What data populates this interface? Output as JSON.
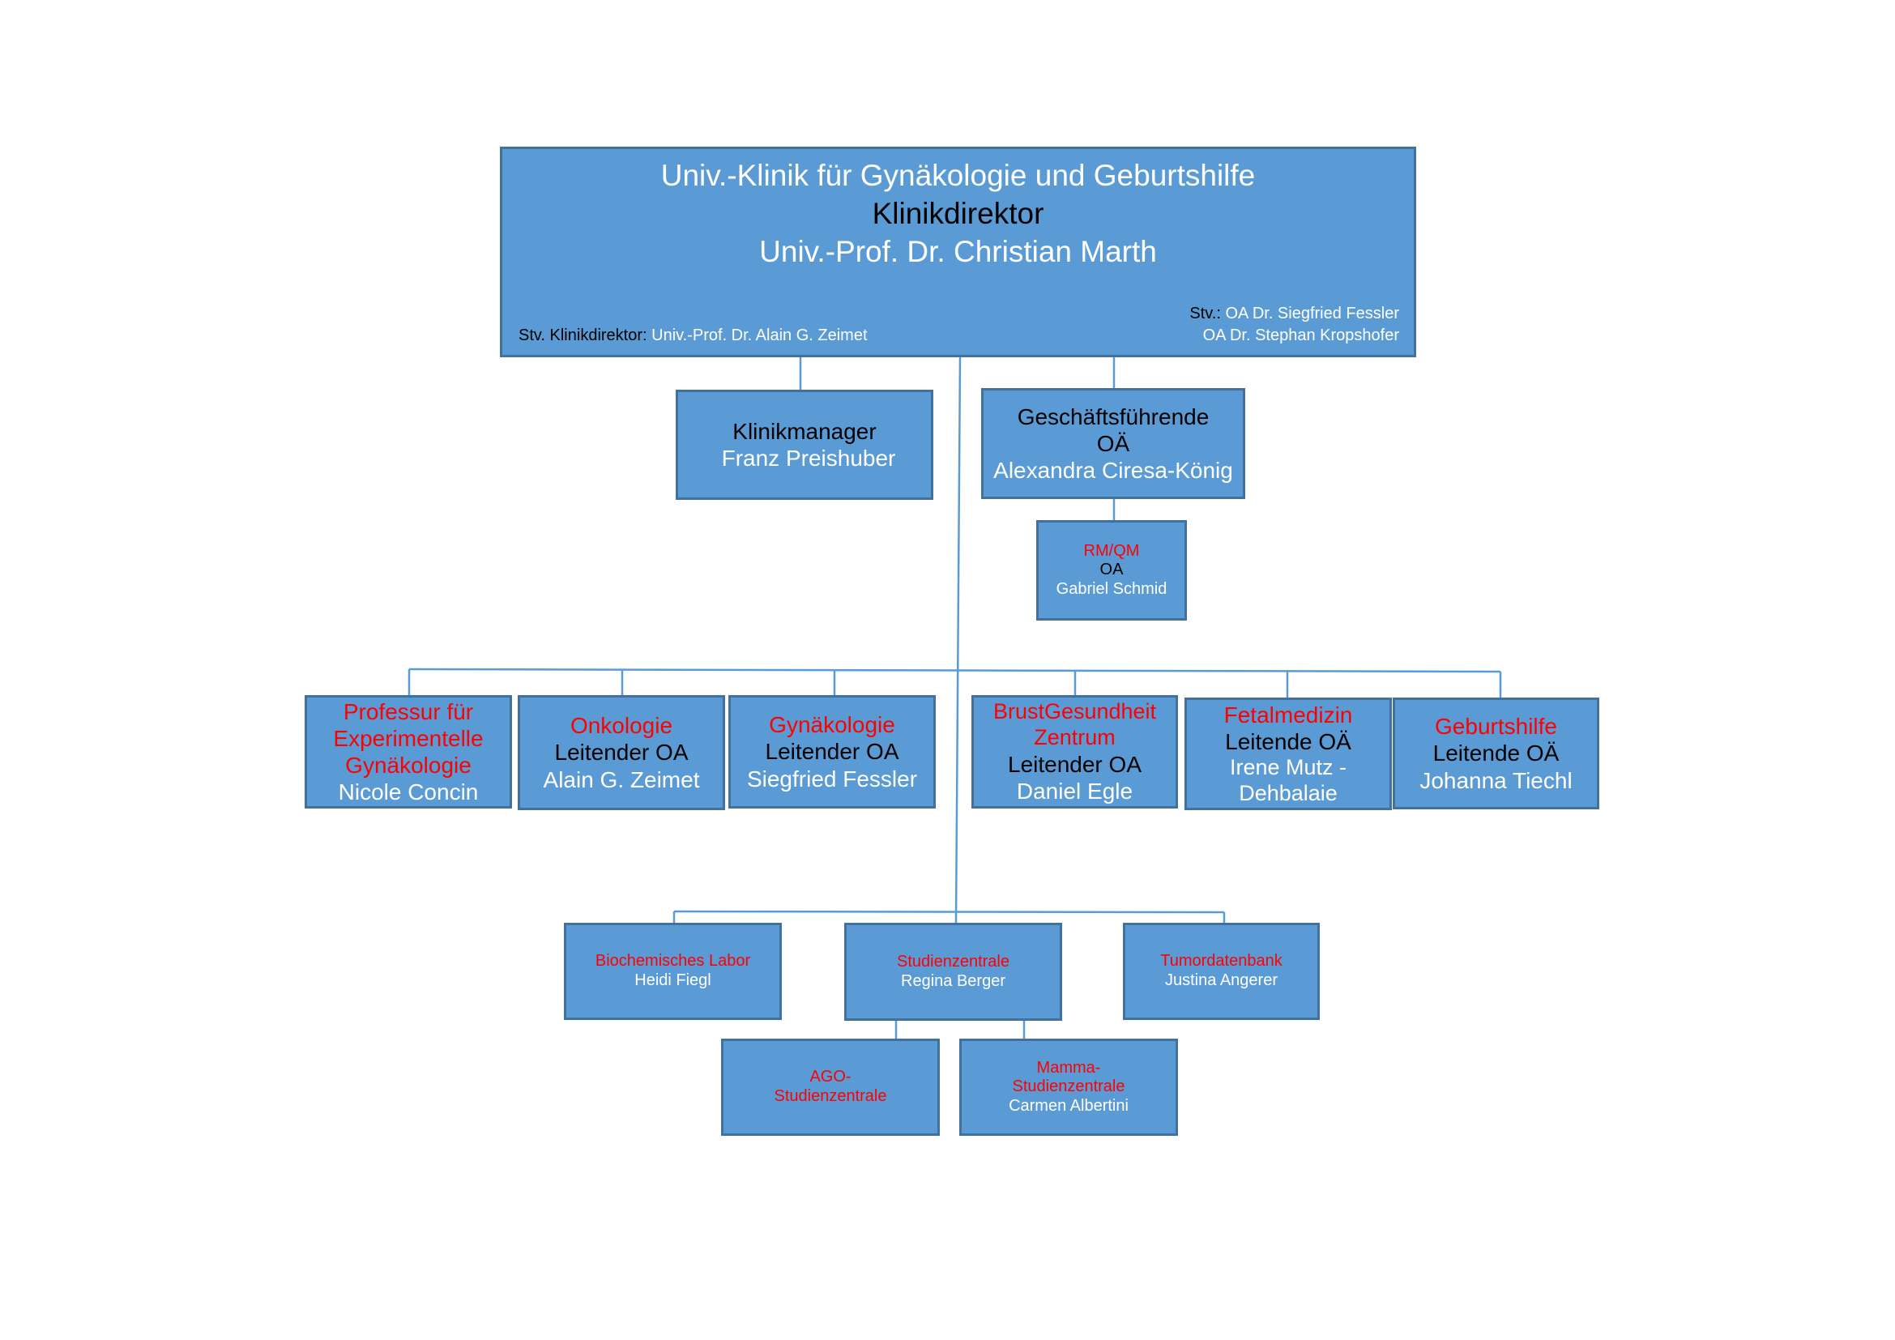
{
  "director": {
    "clinic": "Univ.-Klinik für Gynäkologie und Geburtshilfe",
    "role": "Klinikdirektor",
    "name": "Univ.-Prof. Dr. Christian Marth",
    "deputy_label": "Stv. Klinikdirektor:",
    "deputy_name": "Univ.-Prof. Dr. Alain G. Zeimet",
    "stv_label": "Stv.:",
    "stv_name_1": "OA Dr. Siegfried Fessler",
    "stv_name_2": "OA Dr. Stephan Kropshofer"
  },
  "manager": {
    "title": "Klinikmanager",
    "name": "Franz Preishuber"
  },
  "executive": {
    "title": "Geschäftsführende",
    "title2": "OÄ",
    "name": "Alexandra Ciresa-König"
  },
  "rmqm": {
    "title": "RM/QM",
    "role": "OA",
    "name": "Gabriel Schmid"
  },
  "departments": [
    {
      "title_lines": [
        "Professur für",
        "Experimentelle",
        "Gynäkologie"
      ],
      "role": "",
      "name": "Nicole Concin"
    },
    {
      "title_lines": [
        "Onkologie"
      ],
      "role": "Leitender OA",
      "name": "Alain G. Zeimet"
    },
    {
      "title_lines": [
        "Gynäkologie"
      ],
      "role": "Leitender OA",
      "name": "Siegfried Fessler"
    },
    {
      "title_lines": [
        "BrustGesundheit",
        "Zentrum"
      ],
      "role": "Leitender OA",
      "name": "Daniel Egle"
    },
    {
      "title_lines": [
        "Fetalmedizin"
      ],
      "role": "Leitende OÄ",
      "name_lines": [
        "Irene Mutz -",
        "Dehbalaie"
      ]
    },
    {
      "title_lines": [
        "Geburtshilfe"
      ],
      "role": "Leitende OÄ",
      "name": "Johanna Tiechl"
    }
  ],
  "units": [
    {
      "title": "Biochemisches Labor",
      "name": "Heidi Fiegl"
    },
    {
      "title": "Studienzentrale",
      "name": "Regina Berger"
    },
    {
      "title": "Tumordatenbank",
      "name": "Justina Angerer"
    }
  ],
  "subunits": [
    {
      "title_lines": [
        "AGO-",
        "Studienzentrale"
      ],
      "name": ""
    },
    {
      "title_lines": [
        "Mamma-",
        "Studienzentrale"
      ],
      "name": "Carmen Albertini"
    }
  ],
  "colors": {
    "box_fill": "#5b9bd5",
    "box_border": "#41719c",
    "line": "#5b9bd5",
    "accent_red": "#ff0000"
  }
}
